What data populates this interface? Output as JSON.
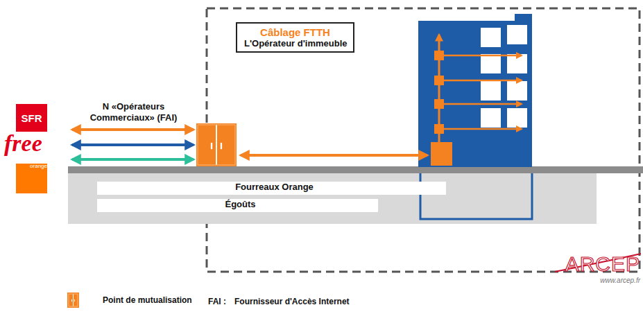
{
  "diagram": {
    "nodes": [
      {
        "text": [
          "SFR"
        ]
      },
      {
        "text": [
          "orange"
        ]
      },
      {
        "text": [
          "Câblage FTTH",
          "L'Opérateur d'immeuble"
        ]
      },
      {
        "text": [
          "Fourreaux Orange"
        ]
      },
      {
        "text": [
          "Égoûts"
        ]
      }
    ],
    "labels": [
      "free",
      "N «Opérateurs Commerciaux» (FAI)",
      "FAI :",
      "Fournisseur d'Accès Internet",
      "ARCEP",
      "www.arcep.fr"
    ],
    "legend": [
      {
        "text": "Point de mutualisation"
      }
    ]
  }
}
